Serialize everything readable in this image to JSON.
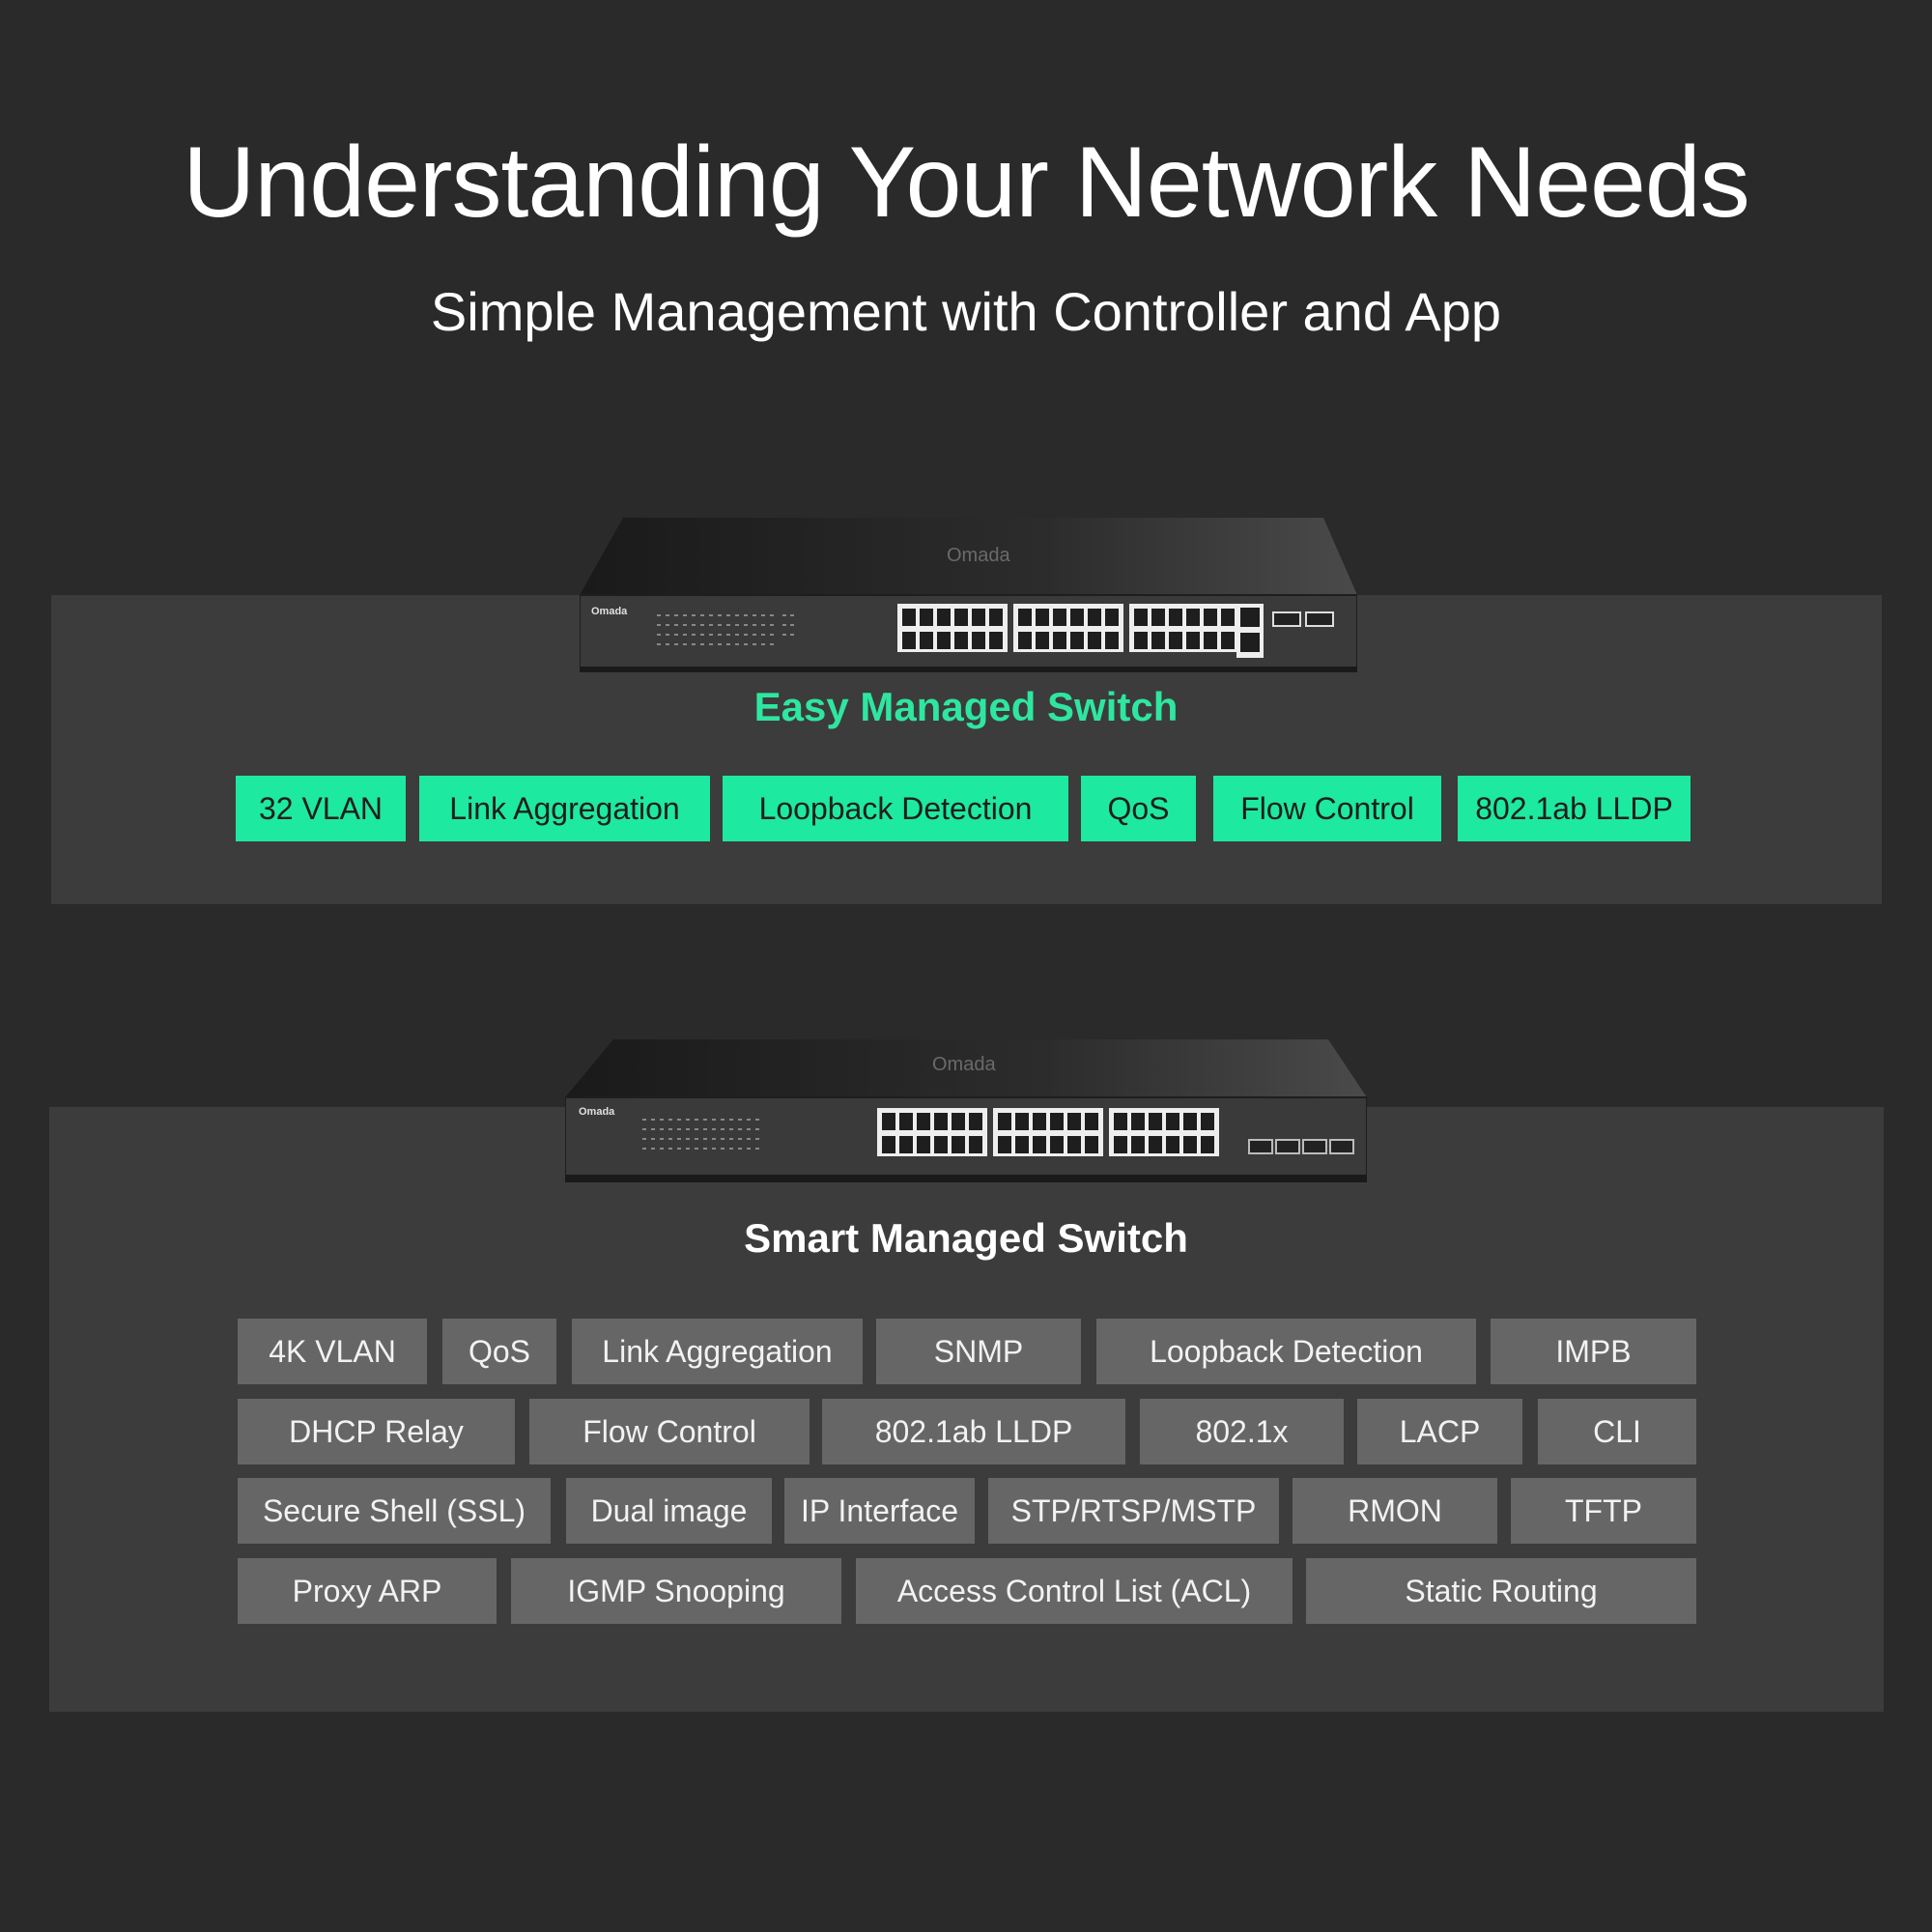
{
  "header": {
    "title": "Understanding Your Network Needs",
    "subtitle": "Simple Management with Controller and App"
  },
  "easy": {
    "title": "Easy Managed Switch",
    "device_logo": "Omada",
    "tags": [
      "32 VLAN",
      "Link Aggregation",
      "Loopback Detection",
      "QoS",
      "Flow Control",
      "802.1ab LLDP"
    ]
  },
  "smart": {
    "title": "Smart Managed Switch",
    "device_logo": "Omada",
    "rows": [
      [
        "4K VLAN",
        "QoS",
        "Link Aggregation",
        "SNMP",
        "Loopback Detection",
        "IMPB"
      ],
      [
        "DHCP Relay",
        "Flow Control",
        "802.1ab LLDP",
        "802.1x",
        "LACP",
        "CLI"
      ],
      [
        "Secure Shell (SSL)",
        "Dual image",
        "IP Interface",
        "STP/RTSP/MSTP",
        "RMON",
        "TFTP"
      ],
      [
        "Proxy ARP",
        "IGMP Snooping",
        "Access Control List (ACL)",
        "Static Routing"
      ]
    ]
  },
  "colors": {
    "background": "#2a2a2a",
    "panel": "#3c3c3c",
    "accent": "#1de9a0",
    "smart_tag": "#666666"
  }
}
